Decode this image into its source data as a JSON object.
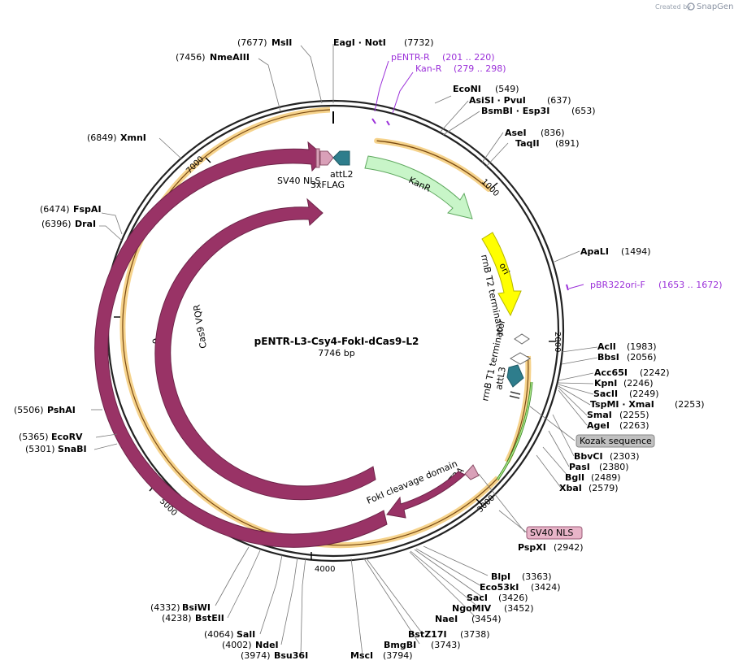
{
  "credit": {
    "prefix": "Created by",
    "brand": "SnapGene"
  },
  "plasmid": {
    "name": "pENTR-L3-Csy4-FokI-dCas9-L2",
    "length": "7746 bp"
  },
  "ticks": [
    "1000",
    "2000",
    "3000",
    "4000",
    "5000",
    "6000",
    "7000"
  ],
  "sites": [
    {
      "pos": "(7677)",
      "name": "MslI"
    },
    {
      "pos": "(7732)",
      "name": "EagI  ·  NotI"
    },
    {
      "pos": "(7456)",
      "name": "NmeAIII"
    },
    {
      "pos": "(6849)",
      "name": "XmnI"
    },
    {
      "pos": "(6474)",
      "name": "FspAI"
    },
    {
      "pos": "(6396)",
      "name": "DraI"
    },
    {
      "pos": "(5506)",
      "name": "PshAI"
    },
    {
      "pos": "(5365)",
      "name": "EcoRV"
    },
    {
      "pos": "(5301)",
      "name": "SnaBI"
    },
    {
      "pos": "(4332)",
      "name": "BsiWI"
    },
    {
      "pos": "(4238)",
      "name": "BstEII"
    },
    {
      "pos": "(4064)",
      "name": "SalI"
    },
    {
      "pos": "(4002)",
      "name": "NdeI"
    },
    {
      "pos": "(3974)",
      "name": "Bsu36I"
    },
    {
      "pos": "(549)",
      "name": "EcoNI"
    },
    {
      "pos": "(637)",
      "name": "AsiSI  ·  PvuI"
    },
    {
      "pos": "(653)",
      "name": "BsmBI  ·  Esp3I"
    },
    {
      "pos": "(836)",
      "name": "AseI"
    },
    {
      "pos": "(891)",
      "name": "TaqII"
    },
    {
      "pos": "(1494)",
      "name": "ApaLI"
    },
    {
      "pos": "(1983)",
      "name": "AclI"
    },
    {
      "pos": "(2056)",
      "name": "BbsI"
    },
    {
      "pos": "(2242)",
      "name": "Acc65I"
    },
    {
      "pos": "(2246)",
      "name": "KpnI"
    },
    {
      "pos": "(2249)",
      "name": "SacII"
    },
    {
      "pos": "(2253)",
      "name": "TspMI  ·  XmaI"
    },
    {
      "pos": "(2255)",
      "name": "SmaI"
    },
    {
      "pos": "(2263)",
      "name": "AgeI"
    },
    {
      "pos": "(2303)",
      "name": "BbvCI"
    },
    {
      "pos": "(2380)",
      "name": "PasI"
    },
    {
      "pos": "(2489)",
      "name": "BglI"
    },
    {
      "pos": "(2579)",
      "name": "XbaI"
    },
    {
      "pos": "(2942)",
      "name": "PspXI"
    },
    {
      "pos": "(3363)",
      "name": "BlpI"
    },
    {
      "pos": "(3424)",
      "name": "Eco53kI"
    },
    {
      "pos": "(3426)",
      "name": "SacI"
    },
    {
      "pos": "(3452)",
      "name": "NgoMIV"
    },
    {
      "pos": "(3454)",
      "name": "NaeI"
    },
    {
      "pos": "(3738)",
      "name": "BstZ17I"
    },
    {
      "pos": "(3743)",
      "name": "BmgBI"
    },
    {
      "pos": "(3794)",
      "name": "MscI"
    }
  ],
  "primers": [
    {
      "name": "pENTR-R",
      "range": "(201 .. 220)"
    },
    {
      "name": "Kan-R",
      "range": "(279 .. 298)"
    },
    {
      "name": "pBR322ori-F",
      "range": "(1653 .. 1672)"
    }
  ],
  "features": {
    "kanr": "KanR",
    "ori": "ori",
    "rrnb_t2": "rrnB T2 terminator",
    "rrnb_t1": "rrnB T1 terminator",
    "attl3": "attL3",
    "kozak": "Kozak sequence",
    "sv40_nls_right": "SV40 NLS",
    "t2a": "T2A",
    "foki": "FokI cleavage domain",
    "dcas9": "dCas9",
    "cas9_vqr": "Cas9 VQR",
    "sv40_nls_top": "SV40 NLS",
    "flag": "3xFLAG",
    "attl2": "attL2"
  },
  "colors": {
    "backbone": "#222222",
    "orf_ring": "#f2c978",
    "kanr": "#c8f5c8",
    "ori": "#ffff00",
    "cas": "#993366",
    "att": "#2e7d8c",
    "nls": "#d9a0b8",
    "primer": "#9b30d9"
  }
}
